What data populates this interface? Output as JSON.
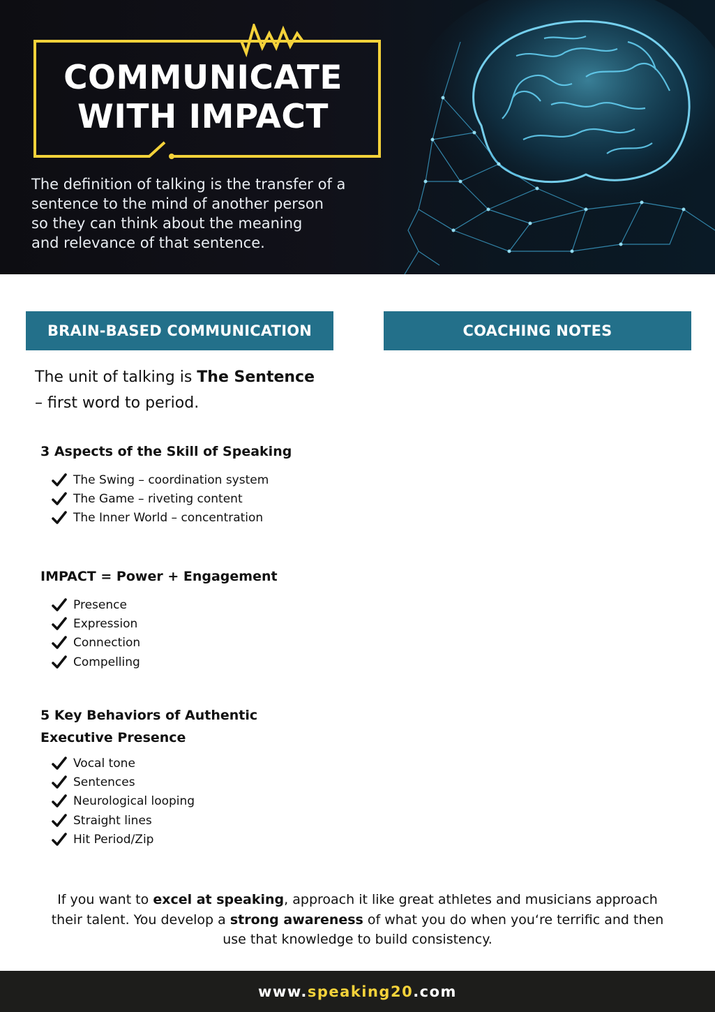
{
  "header": {
    "title_line1": "COMMUNICATE",
    "title_line2": "WITH IMPACT",
    "intro_lines": [
      "The definition of talking is the transfer of a",
      "sentence to the mind of another person",
      "so they can think about the meaning",
      "and relevance of that sentence."
    ]
  },
  "sections": {
    "left_title": "BRAIN-BASED COMMUNICATION",
    "right_title": "COACHING NOTES"
  },
  "unit": {
    "prefix": "The unit of talking is ",
    "emphasis": "The Sentence",
    "suffix": "– first word to period."
  },
  "groups": [
    {
      "title": "3 Aspects of the Skill of Speaking",
      "items": [
        "The Swing – coordination system",
        "The Game – riveting content",
        "The Inner World – concentration"
      ]
    },
    {
      "title": "IMPACT = Power + Engagement",
      "items": [
        "Presence",
        "Expression",
        "Connection",
        "Compelling"
      ]
    },
    {
      "title_line1": "5 Key Behaviors of Authentic",
      "title_line2": "Executive Presence",
      "items": [
        "Vocal tone",
        "Sentences",
        "Neurological looping",
        "Straight lines",
        "Hit Period/Zip"
      ]
    }
  ],
  "quote": {
    "p1": "If you want to ",
    "b1": "excel at speaking",
    "p2": ", approach it like great athletes and musicians approach their talent. You develop a ",
    "b2": "strong awareness",
    "p3": " of what you do when you‘re terrific and then use that knowledge to build consistency."
  },
  "footer": {
    "prefix": "www.",
    "brand": "speaking20",
    "suffix": ".com"
  },
  "colors": {
    "accent_teal": "#23708a",
    "frame_yellow": "#f4d23a",
    "header_dark": "#111119",
    "footer_dark": "#1d1d1b",
    "brain_glow": "#4fc3e8"
  },
  "icons": [
    "check-icon",
    "brain-illustration"
  ]
}
